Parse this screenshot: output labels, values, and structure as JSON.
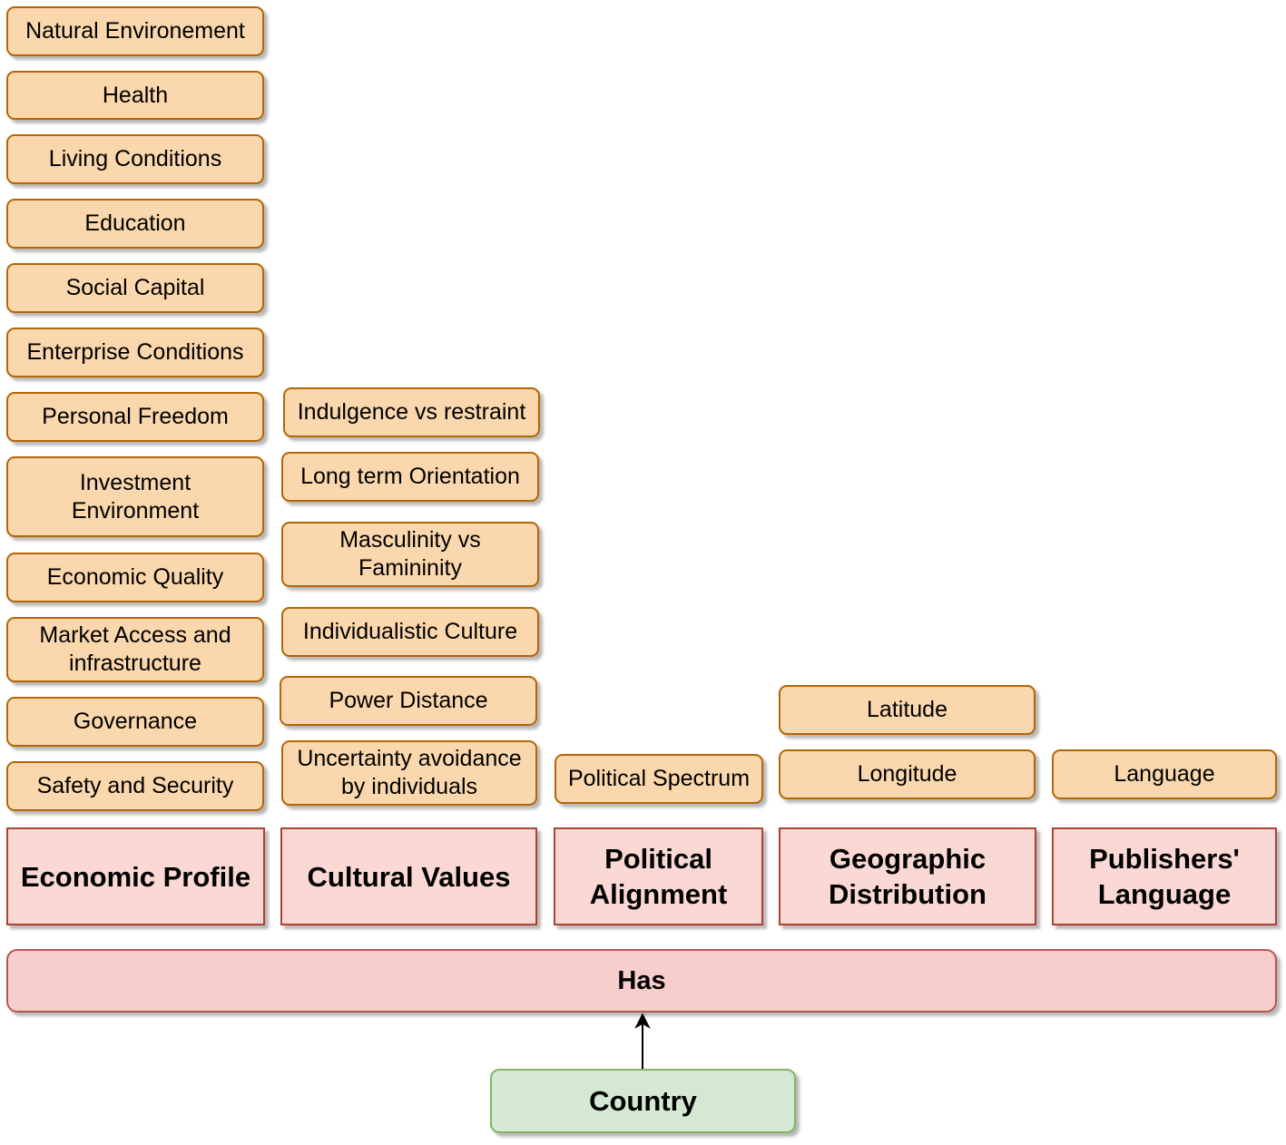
{
  "economic_profile": {
    "title": "Economic Profile",
    "items": [
      "Natural Environement",
      "Health",
      "Living Conditions",
      "Education",
      "Social Capital",
      "Enterprise Conditions",
      "Personal Freedom",
      "Investment Environment",
      "Economic Quality",
      "Market Access and infrastructure",
      "Governance",
      "Safety and Security"
    ]
  },
  "cultural_values": {
    "title": "Cultural Values",
    "items": [
      "Indulgence vs restraint",
      "Long term Orientation",
      "Masculinity vs Famininity",
      "Individualistic Culture",
      "Power Distance",
      "Uncertainty avoidance by individuals"
    ]
  },
  "political_alignment": {
    "title": "Political Alignment",
    "items": [
      "Political Spectrum"
    ]
  },
  "geographic_distribution": {
    "title": "Geographic Distribution",
    "items": [
      "Latitude",
      "Longitude"
    ]
  },
  "publishers_language": {
    "title": "Publishers' Language",
    "items": [
      "Language"
    ]
  },
  "relation": {
    "label": "Has"
  },
  "root": {
    "label": "Country"
  },
  "colors": {
    "attribute_fill": "#fad7ac",
    "attribute_stroke": "#b46504",
    "category_fill": "#fad9d5",
    "category_stroke": "#ae4132",
    "relation_fill": "#f8cecc",
    "relation_stroke": "#b85450",
    "root_fill": "#d5e8d4",
    "root_stroke": "#82b366"
  }
}
